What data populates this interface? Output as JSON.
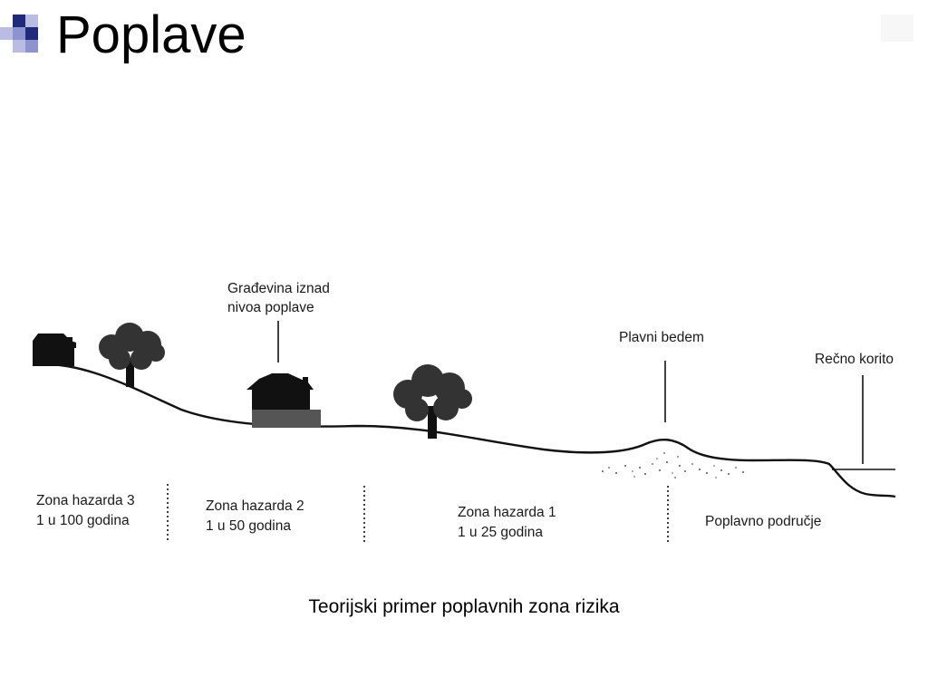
{
  "slide": {
    "title": "Poplave",
    "caption": "Teorijski primer poplavnih zona rizika",
    "colors": {
      "logo_dark": "#1f2a7a",
      "logo_light": "#b9bde3",
      "ink": "#1a1a1a"
    }
  },
  "diagram": {
    "labels": {
      "building_line1": "Građevina iznad",
      "building_line2": "nivoa poplave",
      "levee": "Plavni bedem",
      "riverbed": "Rečno korito",
      "zone3_line1": "Zona hazarda 3",
      "zone3_line2": "1 u 100 godina",
      "zone2_line1": "Zona hazarda 2",
      "zone2_line2": "1 u 50 godina",
      "zone1_line1": "Zona hazarda 1",
      "zone1_line2": "1 u 25 godina",
      "floodplain": "Poplavno područje"
    },
    "icons": [
      "house-icon",
      "tree-icon",
      "levee-icon",
      "river-icon"
    ]
  }
}
